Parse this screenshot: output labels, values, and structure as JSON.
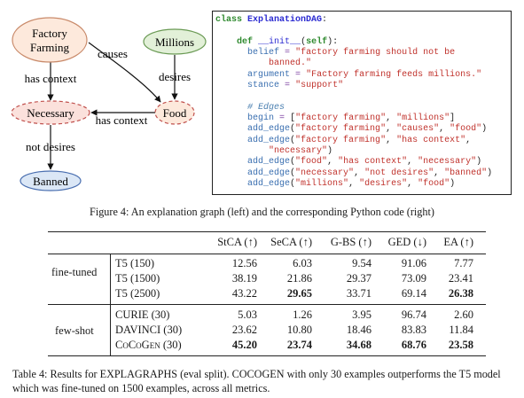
{
  "graph": {
    "nodes": {
      "factory_line1": "Factory",
      "factory_line2": "Farming",
      "millions": "Millions",
      "necessary": "Necessary",
      "food": "Food",
      "banned": "Banned"
    },
    "edges": {
      "causes": "causes",
      "desires": "desires",
      "has_context_left": "has context",
      "has_context_mid": "has context",
      "not_desires": "not desires"
    }
  },
  "code": {
    "class_kw": "class",
    "class_name": "ExplanationDAG",
    "def_kw": "def",
    "init_name": "__init__",
    "self_kw": "self",
    "belief_var": "belief",
    "belief_val1": "\"factory farming should not be",
    "belief_val2": "banned.\"",
    "argument_var": "argument",
    "argument_val": "\"Factory farming feeds millions.\"",
    "stance_var": "stance",
    "stance_val": "\"support\"",
    "comment": "# Edges",
    "begin_var": "begin",
    "begin_val1": "\"factory farming\"",
    "begin_val2": "\"millions\"",
    "add_edge": "add_edge",
    "e1a": "\"factory farming\"",
    "e1b": "\"causes\"",
    "e1c": "\"food\"",
    "e2a": "\"factory farming\"",
    "e2b": "\"has context\"",
    "e2c": "\"necessary\"",
    "e3a": "\"food\"",
    "e3b": "\"has context\"",
    "e3c": "\"necessary\"",
    "e4a": "\"necessary\"",
    "e4b": "\"not desires\"",
    "e4c": "\"banned\"",
    "e5a": "\"millions\"",
    "e5b": "\"desires\"",
    "e5c": "\"food\""
  },
  "figure_caption": "Figure 4: An explanation graph (left) and the corresponding Python code (right)",
  "table": {
    "headers": [
      "StCA (↑)",
      "SeCA (↑)",
      "G-BS (↑)",
      "GED (↓)",
      "EA (↑)"
    ],
    "groups": [
      {
        "name": "fine-tuned",
        "rows": [
          {
            "model": "T5 (150)",
            "values": [
              "12.56",
              "6.03",
              "9.54",
              "91.06",
              "7.77"
            ]
          },
          {
            "model": "T5 (1500)",
            "values": [
              "38.19",
              "21.86",
              "29.37",
              "73.09",
              "23.41"
            ]
          },
          {
            "model": "T5 (2500)",
            "values": [
              "43.22",
              "29.65",
              "33.71",
              "69.14",
              "26.38"
            ]
          }
        ]
      },
      {
        "name": "few-shot",
        "rows": [
          {
            "model": "CURIE (30)",
            "values": [
              "5.03",
              "1.26",
              "3.95",
              "96.74",
              "2.60"
            ]
          },
          {
            "model": "DAVINCI (30)",
            "values": [
              "23.62",
              "10.80",
              "18.46",
              "83.83",
              "11.84"
            ]
          },
          {
            "model": "CoCoGen (30)",
            "values": [
              "45.20",
              "23.74",
              "34.68",
              "68.76",
              "23.58"
            ]
          }
        ]
      }
    ]
  },
  "table_caption": "Table 4: Results for EXPLAGRAPHS (eval split). COCOGEN with only 30 examples outperforms the T5 model which was fine-tuned on 1500 examples, across all metrics."
}
